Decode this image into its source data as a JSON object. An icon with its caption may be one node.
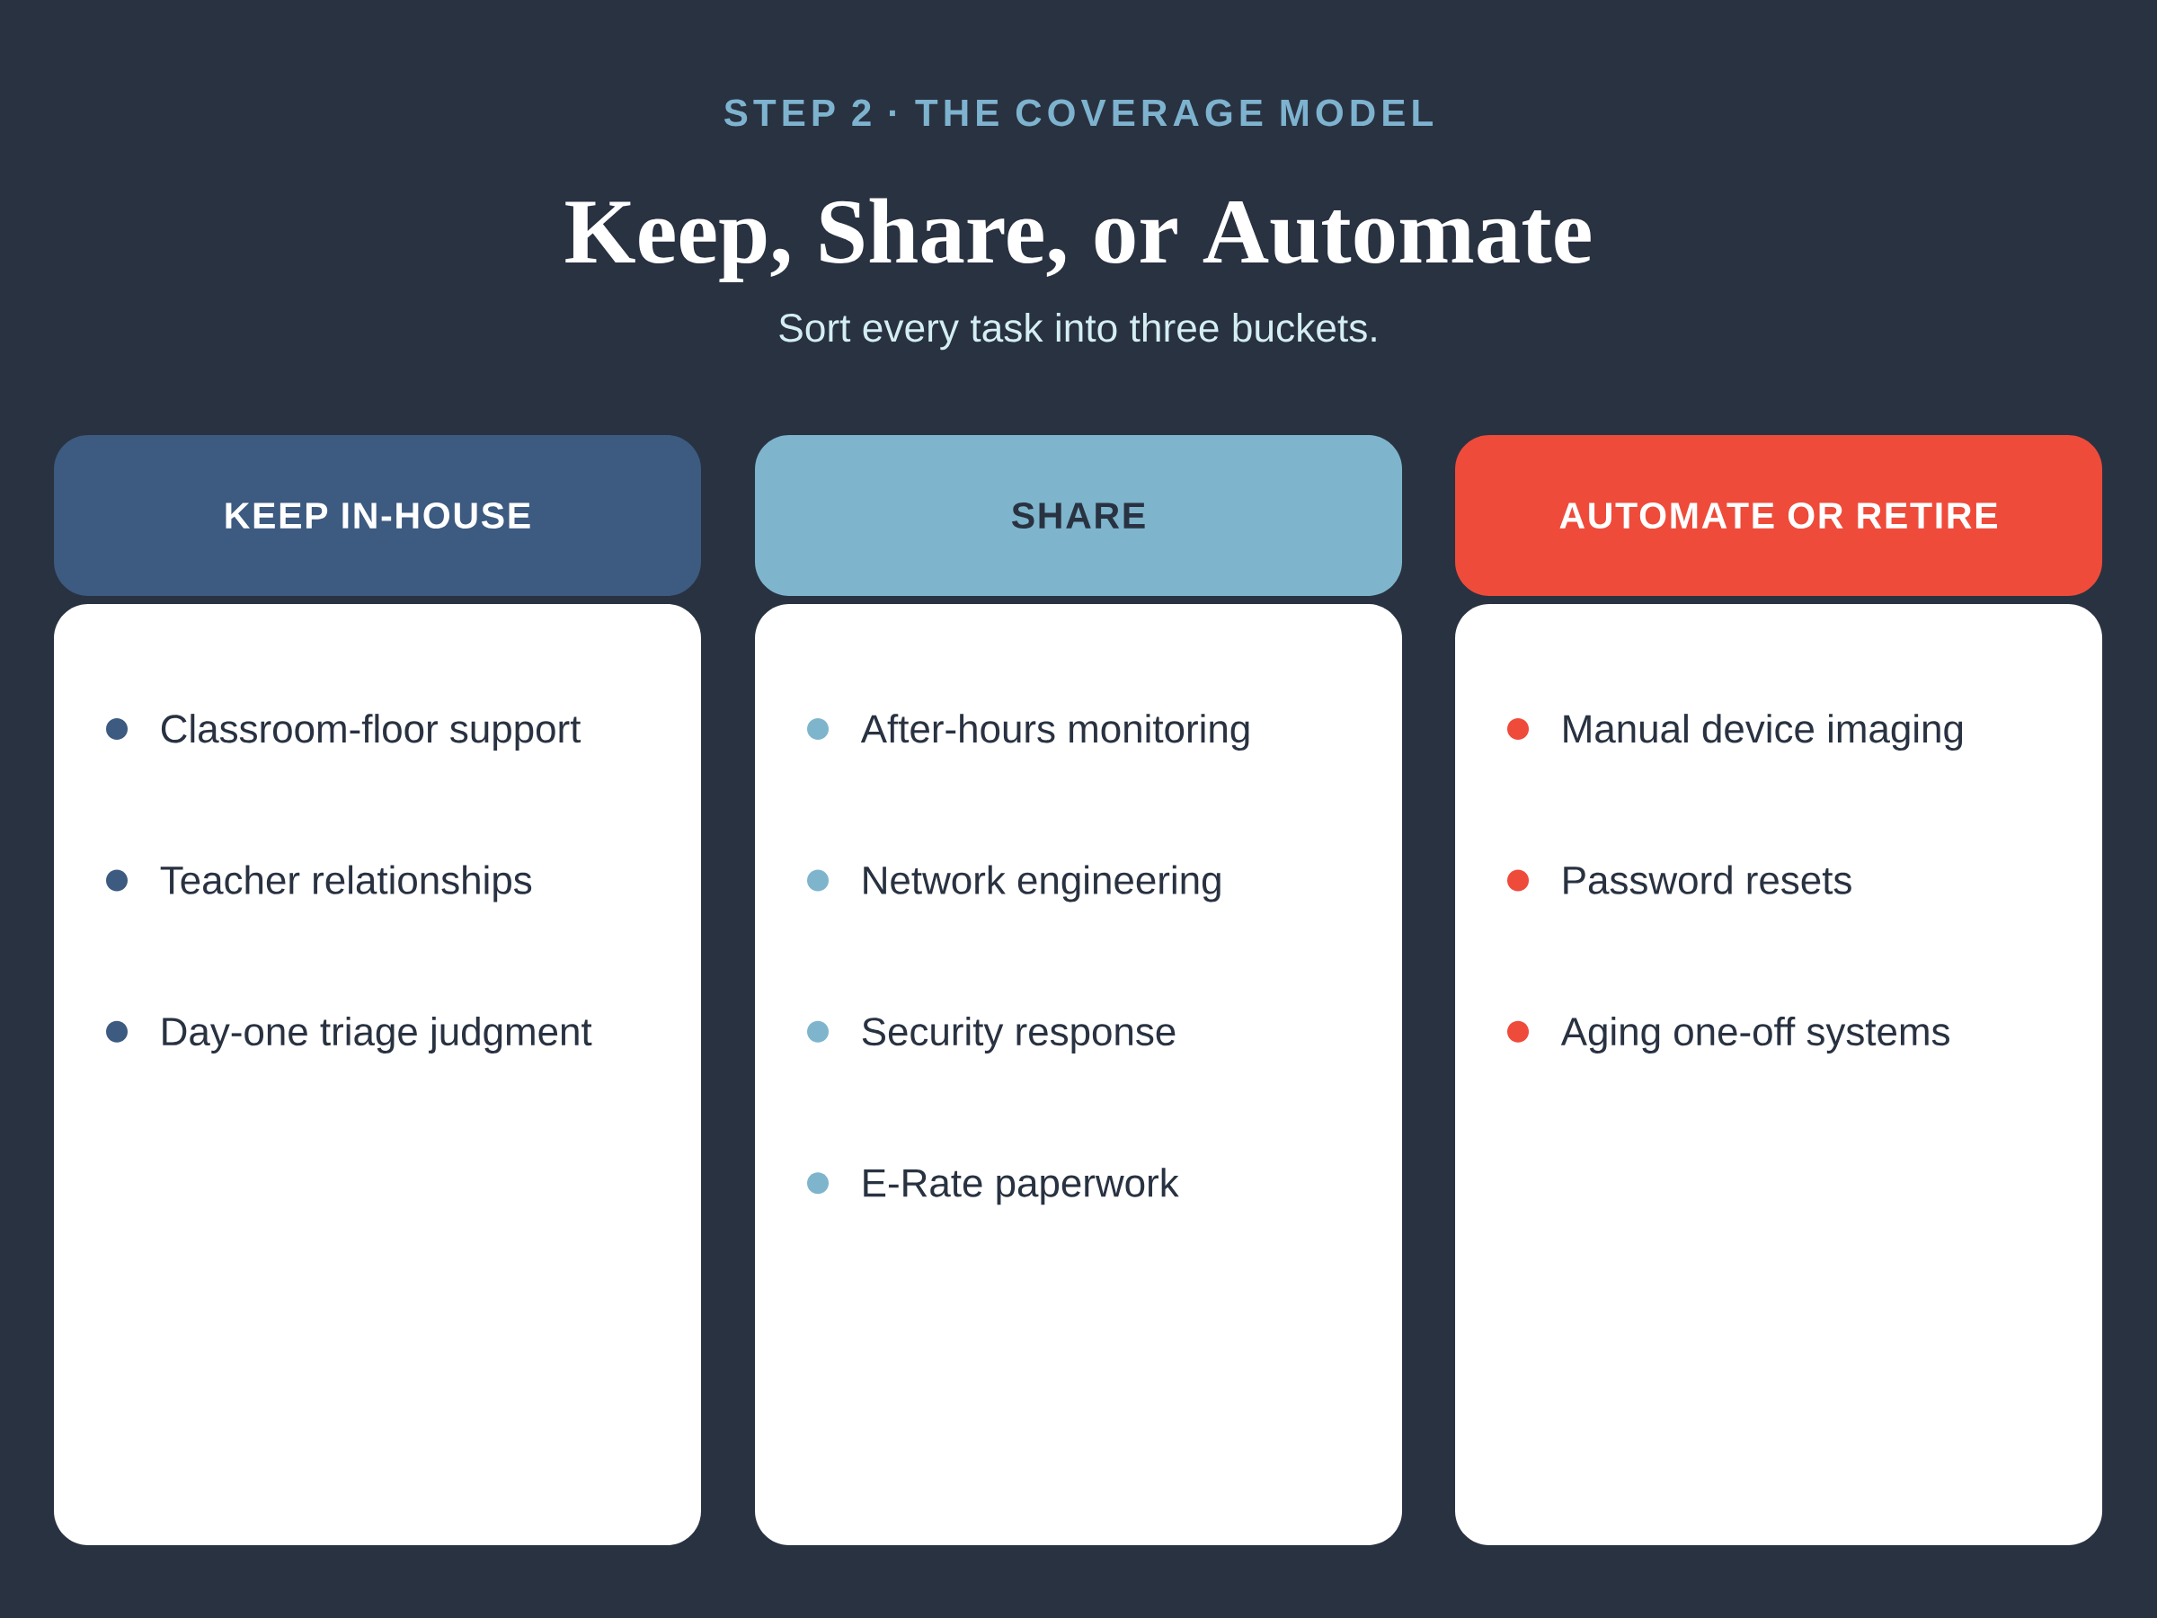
{
  "diagram": {
    "title": "Keep, Share, or Automate",
    "nodes": [
      {
        "text": [
          "KEEP IN-HOUSE"
        ]
      },
      {
        "text": [
          "Classroom-floor support",
          "Teacher relationships",
          "Day-one triage judgment"
        ]
      },
      {
        "text": [
          "SHARE"
        ]
      },
      {
        "text": [
          "After-hours monitoring",
          "Network engineering",
          "Security response",
          "E-Rate paperwork"
        ]
      },
      {
        "text": [
          "AUTOMATE OR RETIRE"
        ]
      },
      {
        "text": [
          "Manual device imaging",
          "Password resets",
          "Aging one-off systems"
        ]
      }
    ],
    "labels": [
      "STEP 2 · THE COVERAGE MODEL",
      "Sort every task into three buckets."
    ]
  }
}
